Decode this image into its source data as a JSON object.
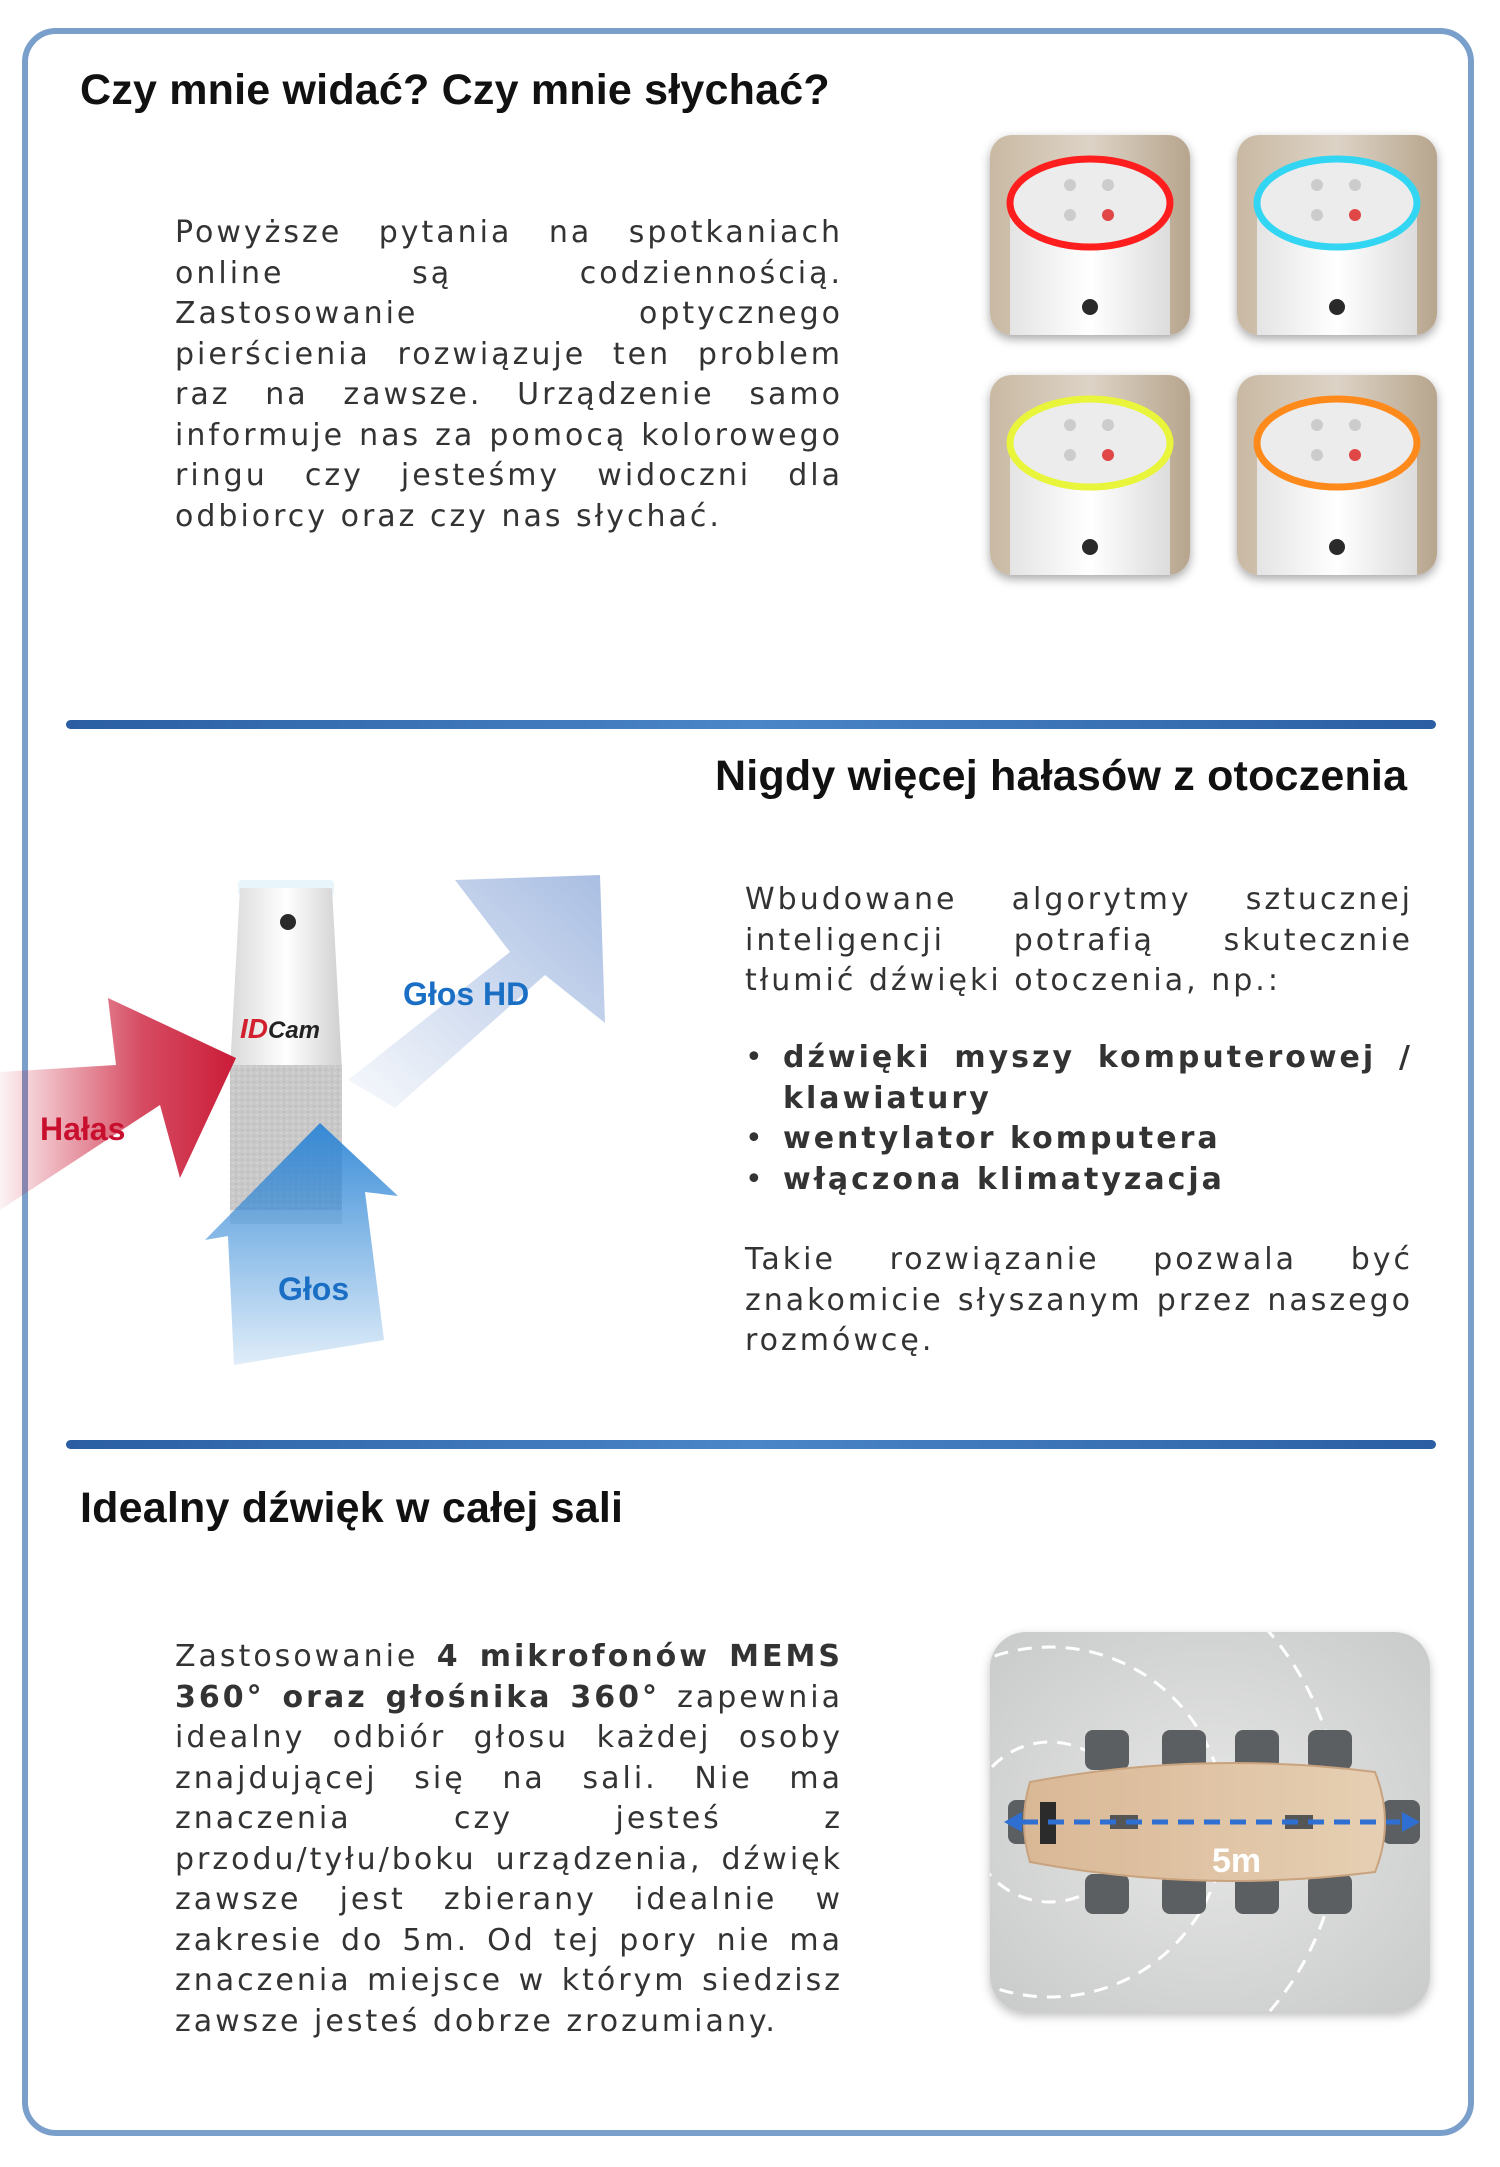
{
  "section1": {
    "title": "Czy mnie widać? Czy mnie słychać?",
    "body": "Powyższe pytania na spotkaniach online są codziennością. Zastosowanie optycznego pierścienia rozwiązuje ten problem raz na zawsze. Urządzenie samo informuje nas za pomocą kolorowego ringu czy jesteśmy widoczni dla odbiorcy oraz czy nas słychać.",
    "ring_colors": [
      "#ff1e1e",
      "#33d6f2",
      "#e8f53a",
      "#ff8a1c"
    ]
  },
  "section2": {
    "title": "Nigdy więcej hałasów z otoczenia",
    "intro": "Wbudowane algorytmy sztucznej inteligencji potrafią skutecznie tłumić dźwięki otoczenia, np.:",
    "bullets": [
      "dźwięki myszy komputerowej / klawiatury",
      "wentylator komputera",
      "włączona klimatyzacja"
    ],
    "outro": "Takie rozwiązanie pozwala być znakomicie słyszanym przez naszego rozmówcę.",
    "diagram": {
      "noise_label": "Hałas",
      "voice_label": "Głos",
      "voice_hd_label": "Głos HD",
      "brand_id": "ID",
      "brand_cam": "Cam",
      "noise_color": "#c8102e",
      "voice_color": "#1a6fc4"
    }
  },
  "section3": {
    "title": "Idealny dźwięk w całej sali",
    "body_bold_1": "4 mikrofonów MEMS 360° oraz głośnika 360°",
    "body_pre": "Zastosowanie",
    "body_post": "zapewnia idealny odbiór głosu każdej osoby znajdującej się na sali. Nie ma znaczenia czy jesteś z przodu/tyłu/boku urządzenia, dźwięk zawsze jest zbierany idealnie w zakresie do 5m. Od tej pory nie ma znaczenia miejsce w którym siedzisz zawsze jesteś dobrze zrozumiany.",
    "range_label": "5m"
  }
}
